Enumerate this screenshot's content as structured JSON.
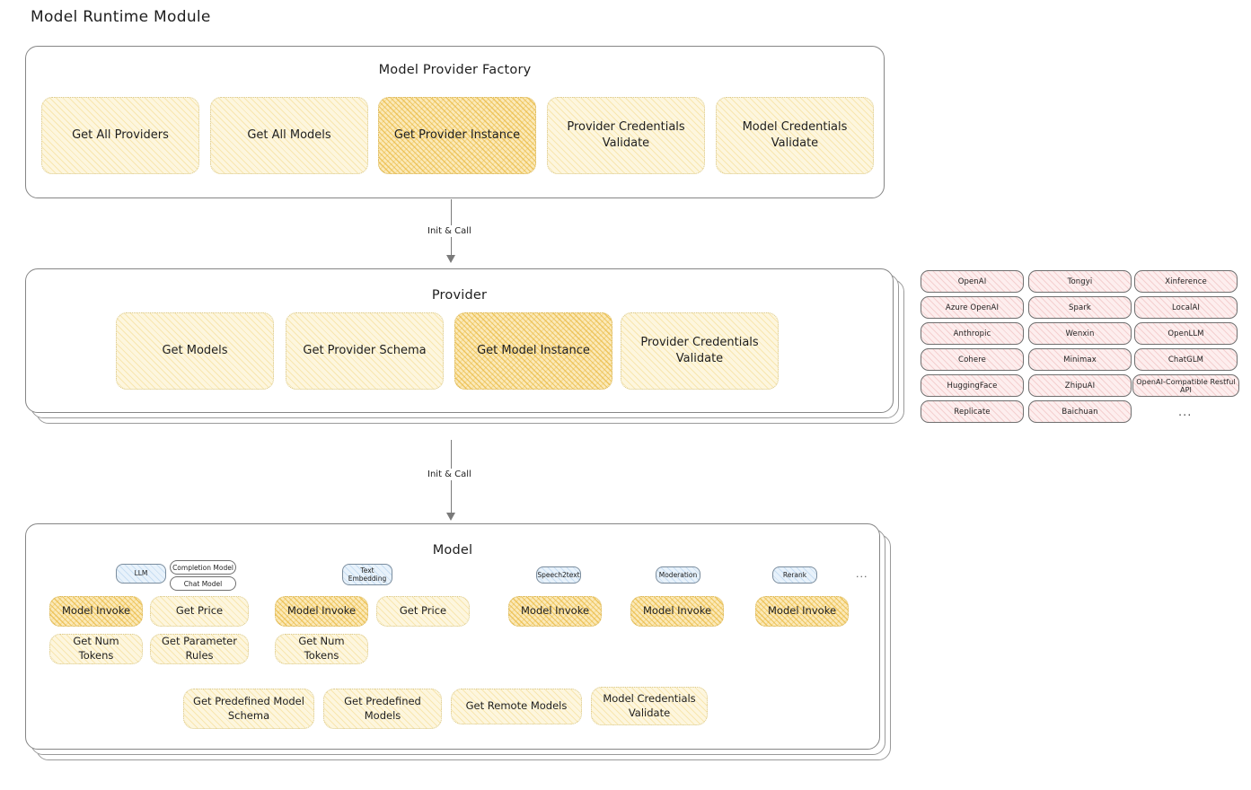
{
  "page": {
    "title": "Model Runtime Module"
  },
  "arrows": [
    {
      "label": "Init & Call"
    },
    {
      "label": "Init & Call"
    }
  ],
  "factory": {
    "title": "Model Provider Factory",
    "cards": [
      {
        "label": "Get All Providers",
        "highlight": false
      },
      {
        "label": "Get All Models",
        "highlight": false
      },
      {
        "label": "Get Provider Instance",
        "highlight": true
      },
      {
        "label": "Provider Credentials Validate",
        "highlight": false
      },
      {
        "label": "Model Credentials Validate",
        "highlight": false
      }
    ]
  },
  "provider": {
    "title": "Provider",
    "cards": [
      {
        "label": "Get Models",
        "highlight": false
      },
      {
        "label": "Get Provider Schema",
        "highlight": false
      },
      {
        "label": "Get Model Instance",
        "highlight": true
      },
      {
        "label": "Provider Credentials Validate",
        "highlight": false
      }
    ]
  },
  "provider_list": {
    "columns": [
      {
        "items": [
          "OpenAI",
          "Azure OpenAI",
          "Anthropic",
          "Cohere",
          "HuggingFace",
          "Replicate"
        ]
      },
      {
        "items": [
          "Tongyi",
          "Spark",
          "Wenxin",
          "Minimax",
          "ZhipuAI",
          "Baichuan"
        ]
      },
      {
        "items": [
          "Xinference",
          "LocalAI",
          "OpenLLM",
          "ChatGLM",
          "OpenAI-Compatible Restful API"
        ]
      }
    ],
    "more": "..."
  },
  "model": {
    "title": "Model",
    "more": "...",
    "types": [
      {
        "name": "LLM",
        "subtypes": [
          "Completion Model",
          "Chat Model"
        ],
        "methods": [
          "Model Invoke",
          "Get Price",
          "Get Num Tokens",
          "Get Parameter Rules"
        ]
      },
      {
        "name": "Text Embedding",
        "subtypes": [],
        "methods": [
          "Model Invoke",
          "Get Price",
          "Get Num Tokens"
        ]
      },
      {
        "name": "Speech2text",
        "subtypes": [],
        "methods": [
          "Model Invoke"
        ]
      },
      {
        "name": "Moderation",
        "subtypes": [],
        "methods": [
          "Model Invoke"
        ]
      },
      {
        "name": "Rerank",
        "subtypes": [],
        "methods": [
          "Model Invoke"
        ]
      }
    ],
    "common_methods": [
      "Get Predefined Model Schema",
      "Get Predefined Models",
      "Get Remote Models",
      "Model Credentials Validate"
    ]
  },
  "colors": {
    "card_light": "#fdf6de",
    "card_strong": "#fbe9b8",
    "provider_pill": "#fdeeee",
    "type_pill": "#e8f2fb",
    "stroke": "#868686",
    "text": "#1e1e1e"
  }
}
